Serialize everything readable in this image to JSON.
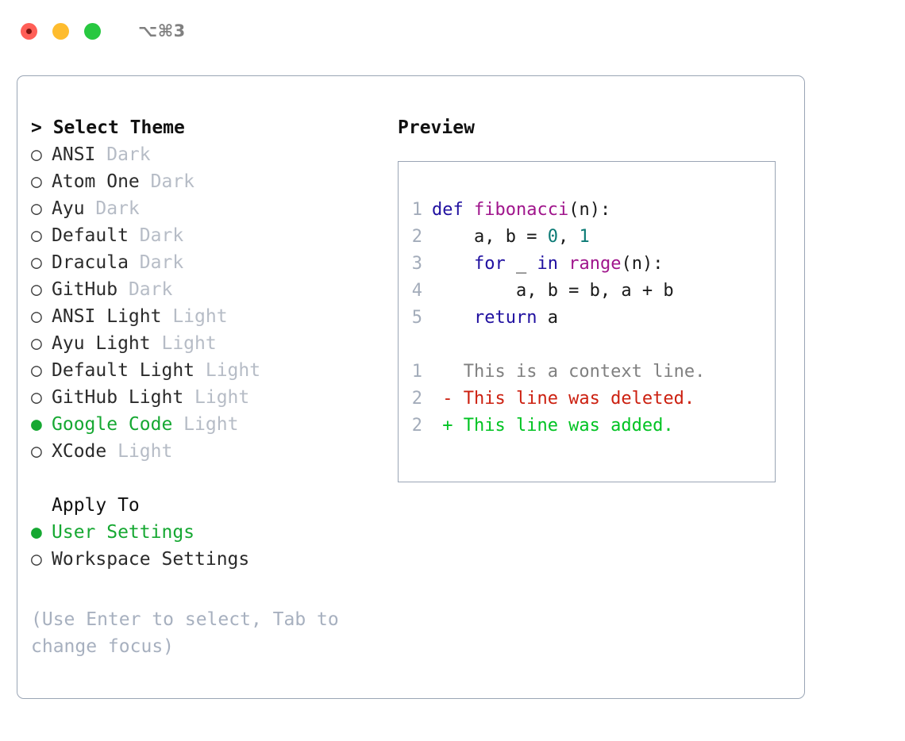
{
  "window": {
    "title": "⌥⌘3",
    "traffic_lights": [
      {
        "name": "close",
        "color": "#ff5f57"
      },
      {
        "name": "minimize",
        "color": "#febc2e"
      },
      {
        "name": "maximize",
        "color": "#28c840"
      }
    ]
  },
  "theme_picker": {
    "header_prefix": "> ",
    "header": "Select Theme",
    "marker_selected": "●",
    "marker_unselected": "○",
    "items": [
      {
        "label": "ANSI",
        "tag": "Dark",
        "selected": false
      },
      {
        "label": "Atom One",
        "tag": "Dark",
        "selected": false
      },
      {
        "label": "Ayu",
        "tag": "Dark",
        "selected": false
      },
      {
        "label": "Default",
        "tag": "Dark",
        "selected": false
      },
      {
        "label": "Dracula",
        "tag": "Dark",
        "selected": false
      },
      {
        "label": "GitHub",
        "tag": "Dark",
        "selected": false
      },
      {
        "label": "ANSI Light",
        "tag": "Light",
        "selected": false
      },
      {
        "label": "Ayu Light",
        "tag": "Light",
        "selected": false
      },
      {
        "label": "Default Light",
        "tag": "Light",
        "selected": false
      },
      {
        "label": "GitHub Light",
        "tag": "Light",
        "selected": false
      },
      {
        "label": "Google Code",
        "tag": "Light",
        "selected": true
      },
      {
        "label": "XCode",
        "tag": "Light",
        "selected": false
      }
    ]
  },
  "apply_to": {
    "header": "Apply To",
    "items": [
      {
        "label": "User Settings",
        "selected": true
      },
      {
        "label": "Workspace Settings",
        "selected": false
      }
    ]
  },
  "hint": "(Use Enter to select, Tab to change focus)",
  "preview": {
    "title": "Preview",
    "code_lines": [
      {
        "lineno": "1",
        "tokens": [
          {
            "t": "def",
            "c": "kw"
          },
          {
            "t": " ",
            "c": "plain"
          },
          {
            "t": "fibonacci",
            "c": "fn"
          },
          {
            "t": "(n):",
            "c": "punc"
          }
        ]
      },
      {
        "lineno": "2",
        "tokens": [
          {
            "t": "    a, b = ",
            "c": "plain"
          },
          {
            "t": "0",
            "c": "num"
          },
          {
            "t": ", ",
            "c": "plain"
          },
          {
            "t": "1",
            "c": "num"
          }
        ]
      },
      {
        "lineno": "3",
        "tokens": [
          {
            "t": "    ",
            "c": "plain"
          },
          {
            "t": "for",
            "c": "kw"
          },
          {
            "t": " _ ",
            "c": "plain"
          },
          {
            "t": "in",
            "c": "kw"
          },
          {
            "t": " ",
            "c": "plain"
          },
          {
            "t": "range",
            "c": "fn"
          },
          {
            "t": "(n):",
            "c": "punc"
          }
        ]
      },
      {
        "lineno": "4",
        "tokens": [
          {
            "t": "        a, b = b, a + b",
            "c": "plain"
          }
        ]
      },
      {
        "lineno": "5",
        "tokens": [
          {
            "t": "    ",
            "c": "plain"
          },
          {
            "t": "return",
            "c": "kw"
          },
          {
            "t": " a",
            "c": "plain"
          }
        ]
      }
    ],
    "diff_lines": [
      {
        "lineno": "1",
        "sign": " ",
        "text": " This is a context line.",
        "kind": "ctx"
      },
      {
        "lineno": "2",
        "sign": "-",
        "text": " This line was deleted.",
        "kind": "del"
      },
      {
        "lineno": "2",
        "sign": "+",
        "text": " This line was added.",
        "kind": "add"
      }
    ]
  },
  "colors": {
    "selected_green": "#16a832",
    "tag_grey": "#b6bcc6",
    "hint_grey": "#a7b0bf",
    "border": "#9aa5b5",
    "lineno": "#a3acba",
    "keyword": "#2010a0",
    "function": "#a0158c",
    "number": "#0b7a75",
    "diff_context": "#808080",
    "diff_deleted": "#cc2010",
    "diff_added": "#00c322"
  }
}
